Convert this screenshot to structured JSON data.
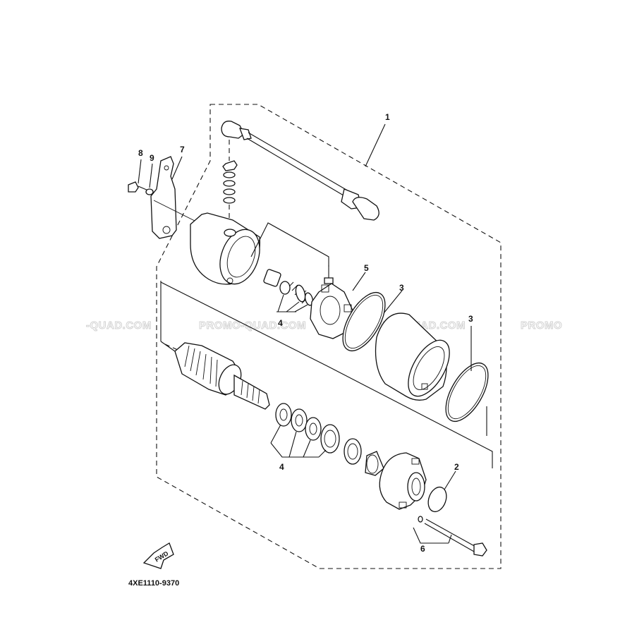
{
  "diagram": {
    "drawing_code": "4XE1110-9370",
    "direction_badge": "FWD",
    "watermarks": [
      "-QUAD.COM",
      "PROMO-QUAD.COM",
      "PROMO-QUAD.COM",
      "PROMO"
    ],
    "callouts": [
      {
        "id": "1",
        "text": "1"
      },
      {
        "id": "2",
        "text": "2"
      },
      {
        "id": "3a",
        "text": "3"
      },
      {
        "id": "3b",
        "text": "3"
      },
      {
        "id": "4a",
        "text": "4"
      },
      {
        "id": "4b",
        "text": "4"
      },
      {
        "id": "5",
        "text": "5"
      },
      {
        "id": "6",
        "text": "6"
      },
      {
        "id": "7",
        "text": "7"
      },
      {
        "id": "8",
        "text": "8"
      },
      {
        "id": "9",
        "text": "9"
      }
    ]
  }
}
